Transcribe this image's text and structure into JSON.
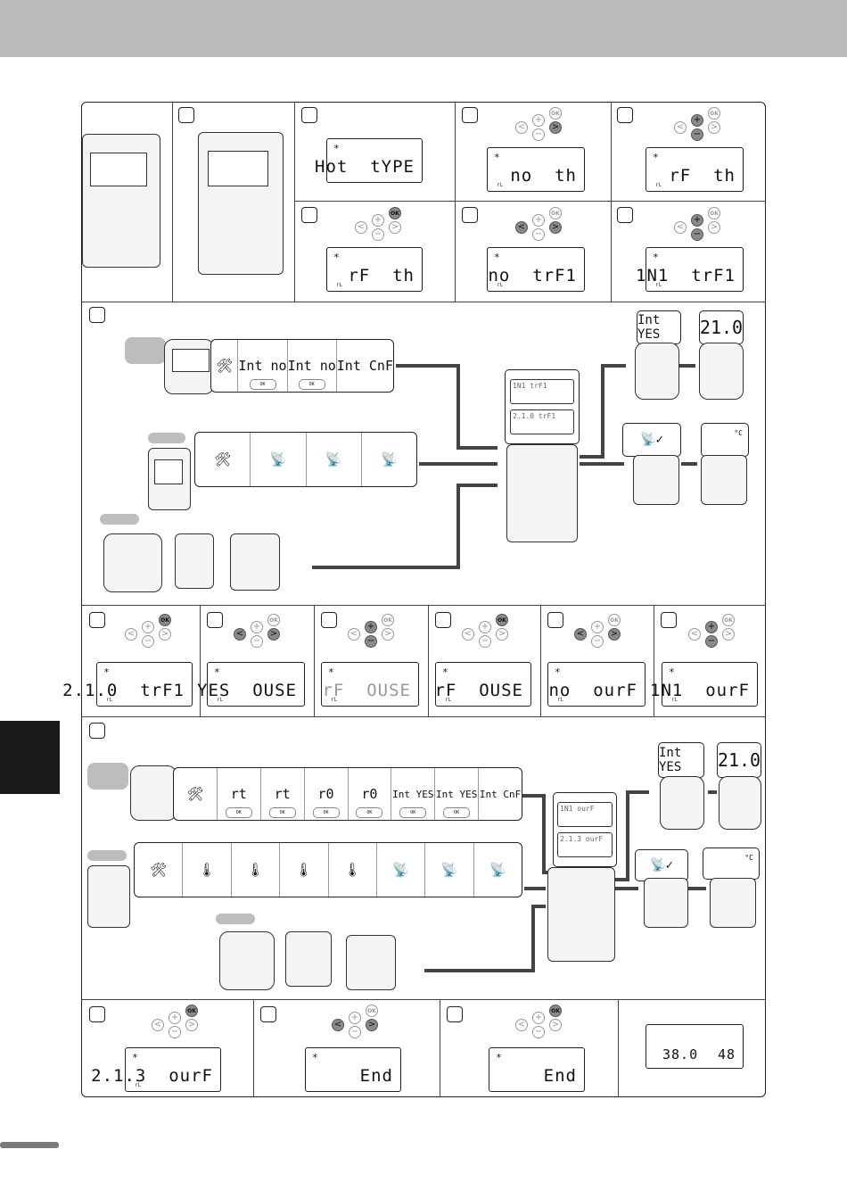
{
  "steps": {
    "s2_lcd": "Hot  tYPE",
    "s3_lcd": "no  th",
    "s4_lcd": "rF  th",
    "s5_lcd": "rF  th",
    "s6_lcd": "no  trF1",
    "s7_lcd": "1N1  trF1",
    "b1_lcd": "2.1.0  trF1",
    "b2_lcd": "YES  OUSE",
    "b3_lcd": "rF  OUSE",
    "b4_lcd": "rF  OUSE",
    "b5_lcd": "no  ourF",
    "b6_lcd": "1N1  ourF",
    "c1_lcd": "2.1.3  ourF",
    "c2_lcd": "End",
    "c3_lcd": "End",
    "final_left": "38.0",
    "final_right": "48"
  },
  "wired1": {
    "cells": [
      "🛠",
      "Int no",
      "Int no",
      "Int CnF"
    ]
  },
  "wireless1": {
    "cells": [
      "🛠",
      "📡",
      "📡",
      "📡"
    ]
  },
  "wired2": {
    "cells": [
      "🛠",
      "rt",
      "rt",
      "r0",
      "r0",
      "Int YES",
      "Int YES",
      "Int CnF"
    ]
  },
  "wireless2": {
    "cells": [
      "🛠",
      "🌡",
      "🌡",
      "🌡",
      "🌡",
      "📡",
      "📡",
      "📡"
    ]
  },
  "bubbles": {
    "int_yes": "Int YES",
    "temp": "21.0",
    "mid_top1": "1N1  trF1",
    "mid_bot1": "2.1.0  trF1",
    "mid_top2": "1N1  ourF",
    "mid_bot2": "2.1.3  ourF",
    "unit_c": "°C"
  },
  "buttons": {
    "ok": "OK",
    "plus": "+",
    "minus": "−",
    "left": "<",
    "right": ">"
  }
}
